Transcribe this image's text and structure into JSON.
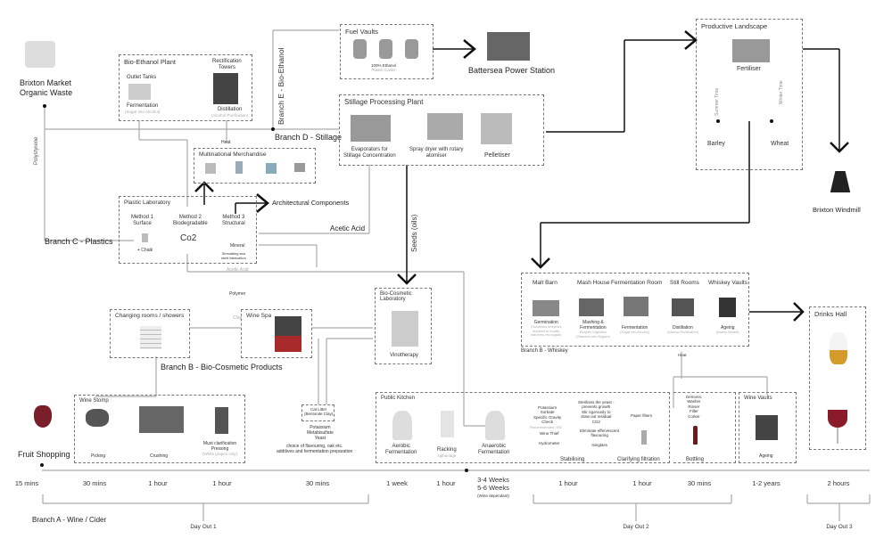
{
  "sources": {
    "brixton_market": "Brixton Market\nOrganic Waste",
    "fruit_shopping": "Fruit Shopping"
  },
  "branches": {
    "a": "Branch A - Wine / Cider",
    "b_cosmetic": "Branch B - Bio-Cosmetic Products",
    "b_whiskey": "Branch B - Whiskey",
    "c": "Branch C - Plastics",
    "d": "Branch D - Stillage",
    "e": "Branch E - Bio-Ethanol"
  },
  "flow_labels": {
    "polystyrene": "Polystyrene",
    "heat_top": "Heat",
    "heat_whiskey": "Heat",
    "acetic_acid": "Acetic Acid",
    "seeds_oils": "Seeds (oils)",
    "architectural_components": "Architectural Components",
    "battersea": "Battersea Power Station",
    "windmill": "Brixton Windmill"
  },
  "bio_ethanol_plant": {
    "title": "Bio-Ethanol Plant",
    "outlet_tanks": "Outlet Tanks",
    "fermentation": "Fermentation",
    "fermentation_sub": "(Sugar into Alcohol)",
    "rectification": "Rectification\nTowers",
    "distillation": "Distillation",
    "distillation_sub": "(Alcohol Purification)"
  },
  "fuel_vaults": {
    "title": "Fuel Vaults",
    "caption": "100% Ethanol",
    "caption_sub": "Plastic Casks"
  },
  "stillage_plant": {
    "title": "Stillage Processing Plant",
    "items": [
      {
        "label": "Evaporators for\nStillage Concentration"
      },
      {
        "label": "Spray dryer with rotary\natomiser"
      },
      {
        "label": "Pelletiser"
      }
    ]
  },
  "productive_landscape": {
    "title": "Productive Landscape",
    "fertiliser": "Fertiliser",
    "summer": "Summer Time",
    "winter": "Winter Time",
    "barley": "Barley",
    "wheat": "Wheat"
  },
  "merchandise": {
    "title": "Multinational Merchandise"
  },
  "plastic_lab": {
    "title": "Plastic Laboratory",
    "method1": "Method 1\nSurface",
    "method1_note": "+ Chalk",
    "method2": "Method 2\nBiodegradable",
    "method2_note": "Co2",
    "method3": "Method 3\nStructural",
    "method3_list": [
      "Mineral",
      "Acetic Acid",
      "Polymer",
      "Clay"
    ],
    "method3_note": "Simulating sea\nshell fabrication"
  },
  "whiskey": {
    "rooms": [
      {
        "title": "Malt Barn",
        "label": "Germination",
        "sub": "Converses enzymes\nrequired to modify\nstarches into sugars"
      },
      {
        "title": "Mash House",
        "label": "Mashing &\nFermentation",
        "sub": "Enzyme Digestion\n(Starches into Sugars)"
      },
      {
        "title": "Fermentation Room",
        "label": "Fermentation",
        "sub": "(Sugar into Alcohol)"
      },
      {
        "title": "Still Rooms",
        "label": "Distillation",
        "sub": "(Alcohol Purification)"
      },
      {
        "title": "Whiskey Vaults",
        "label": "Ageing",
        "sub": "(Barley Stored)"
      }
    ]
  },
  "drinks_hall": {
    "title": "Drinks Hall"
  },
  "cosmetic": {
    "changing_rooms": "Changing rooms / showers",
    "wine_spa": "Wine Spa",
    "lab_title": "Bio-Cosmetic\nLaboratory",
    "vinotherapy": "Vinotherapy"
  },
  "wine_stomp": {
    "title": "Wine Stomp",
    "picking": "Picking",
    "crushing": "Crushing",
    "pressing": "Must clarification\nPressing",
    "pressing_sub": "(White grapes only)"
  },
  "cat_litter": {
    "box": "Cat Litter\n(Bentonite Clay)",
    "list": "Potassium\nMetabisulfate\nYeast",
    "note": "choice of flavouring, oak etc.\nadditives and fermentation preparation"
  },
  "public_kitchen": {
    "title": "Public Kitchen",
    "aerobic": "Aerobic\nFermentation",
    "racking": "Racking",
    "racking_sub": "siphonage",
    "anaerobic": "Anaerobic\nFermentation",
    "stabilising_list": "Potassium\nSorbate\nSpecific Gravity\nCheck",
    "stabilising_rec": "Recommended .992",
    "stabilising_list2": "Wine Thief\n\nHydrometer",
    "stabilising_right": "Sterilises the yeast -\nprevents growth\nStir rigorously to\ndraw out residual\nCO2",
    "stabilising_right2": "Eliminate effervescent\nflavouring\n\nIsinglass",
    "stabilising": "Stabilising",
    "paper_filters": "Paper filters",
    "clarifying": "Clarifying filtration"
  },
  "bottling": {
    "list": "Demonic\nWasher\nRinser\nFiller\nCorker",
    "label": "Bottling"
  },
  "wine_vaults": {
    "title": "Wine Vaults",
    "label": "Ageing"
  },
  "timeline": {
    "durations": [
      "15 mins",
      "30 mins",
      "1 hour",
      "1 hour",
      "30 mins",
      "1 week",
      "1 hour",
      "3-4 Weeks\n5-6 Weeks",
      "1 hour",
      "1 hour",
      "30 mins",
      "1-2 years",
      "2 hours"
    ],
    "wine_dependant": "(Wine dependant)",
    "days": [
      "Day Out 1",
      "Day Out 2",
      "Day Out 3"
    ]
  },
  "colors": {
    "line": "#999999",
    "dark_line": "#111111",
    "dashed": "#777777",
    "wine": "#8b1a2b",
    "whisky": "#d49a2a"
  }
}
